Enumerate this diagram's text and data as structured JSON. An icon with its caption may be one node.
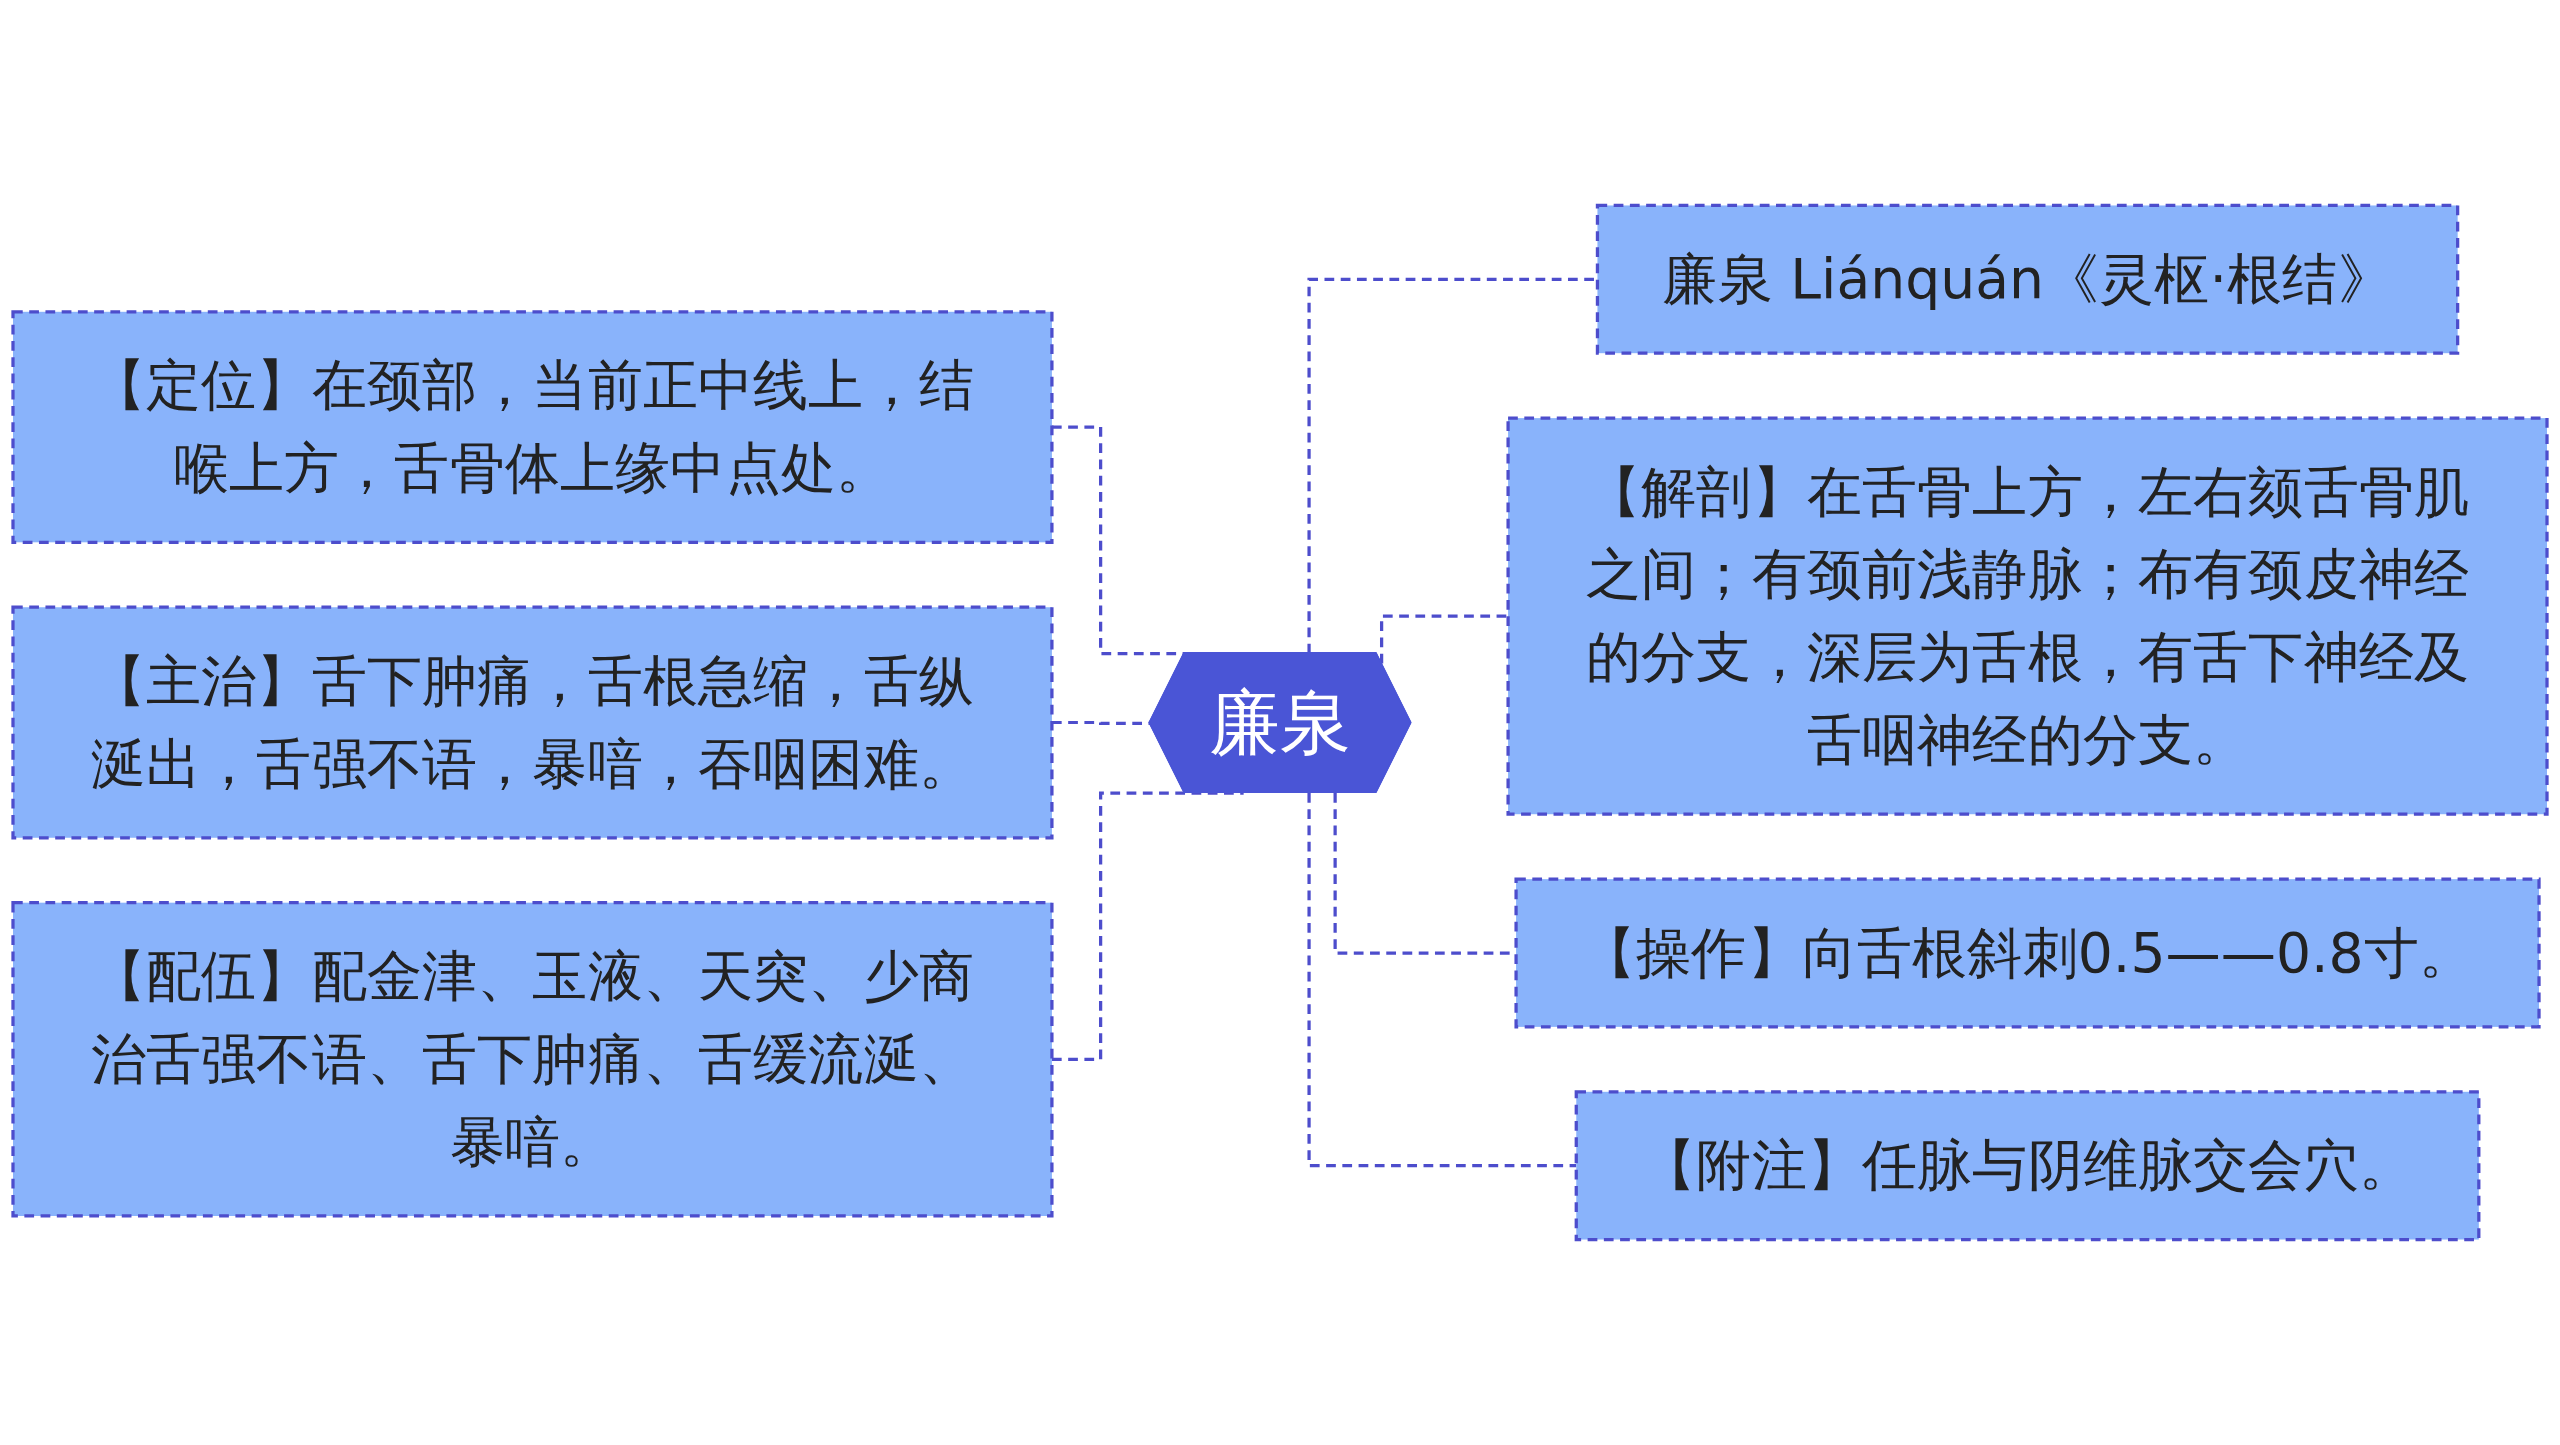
{
  "diagram": {
    "nodes": [
      {
        "text": [
          "廉泉"
        ]
      },
      {
        "text": [
          "廉泉 Liánquán《灵枢·根结》"
        ]
      },
      {
        "text": [
          "【解剖】在舌骨上方，左右颏舌骨肌之间；有颈前浅静脉；布有颈皮神经的分支，深层为舌根，有舌下神经及舌咽神经的分支。"
        ]
      },
      {
        "text": [
          "【操作】向舌根斜刺0.5——0.8寸。"
        ]
      },
      {
        "text": [
          "【附注】任脉与阴维脉交会穴。"
        ]
      },
      {
        "text": [
          "【定位】在颈部，当前正中线上，结喉上方，舌骨体上缘中点处。"
        ]
      },
      {
        "text": [
          "【主治】舌下肿痛，舌根急缩，舌纵涎出，舌强不语，暴喑，吞咽困难。"
        ]
      },
      {
        "text": [
          "【配伍】配金津、玉液、天突、少商治舌强不语、舌下肿痛、舌缓流涎、暴喑。"
        ]
      }
    ],
    "edges": [
      {
        "from": 0,
        "to": 1,
        "arrow": "none",
        "style": "dashed"
      },
      {
        "from": 0,
        "to": 2,
        "arrow": "none",
        "style": "dashed"
      },
      {
        "from": 0,
        "to": 3,
        "arrow": "none",
        "style": "dashed"
      },
      {
        "from": 0,
        "to": 4,
        "arrow": "none",
        "style": "dashed"
      },
      {
        "from": 5,
        "to": 0,
        "arrow": "none",
        "style": "dashed"
      },
      {
        "from": 6,
        "to": 0,
        "arrow": "none",
        "style": "dashed"
      },
      {
        "from": 7,
        "to": 0,
        "arrow": "none",
        "style": "dashed"
      }
    ]
  }
}
